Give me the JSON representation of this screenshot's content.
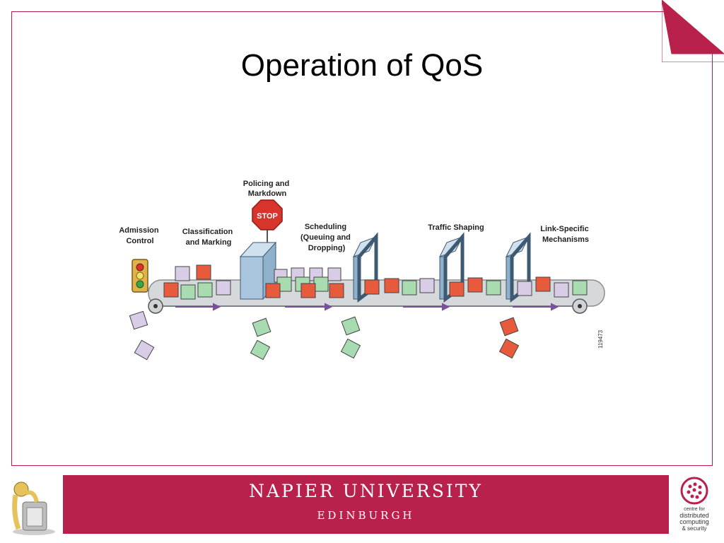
{
  "slide": {
    "title": "Operation of QoS"
  },
  "diagram": {
    "labels": {
      "admission": [
        "Admission",
        "Control"
      ],
      "classification": [
        "Classification",
        "and Marking"
      ],
      "policing": [
        "Policing and",
        "Markdown"
      ],
      "scheduling": [
        "Scheduling",
        "(Queuing and",
        "Dropping)"
      ],
      "shaping": [
        "Traffic Shaping"
      ],
      "link": [
        "Link-Specific",
        "Mechanisms"
      ]
    },
    "stop_sign": "STOP",
    "figure_id": "119473"
  },
  "footer": {
    "university": "NAPIER UNIVERSITY",
    "city": "EDINBURGH"
  },
  "logo": {
    "lines": [
      "centre for",
      "distributed",
      "computing",
      "& security"
    ]
  },
  "colors": {
    "brand": "#b8214b",
    "packet_red": "#e85a3c",
    "packet_green": "#a8dcb0",
    "packet_lavender": "#d8cce6",
    "arrow": "#7a4fa0"
  }
}
